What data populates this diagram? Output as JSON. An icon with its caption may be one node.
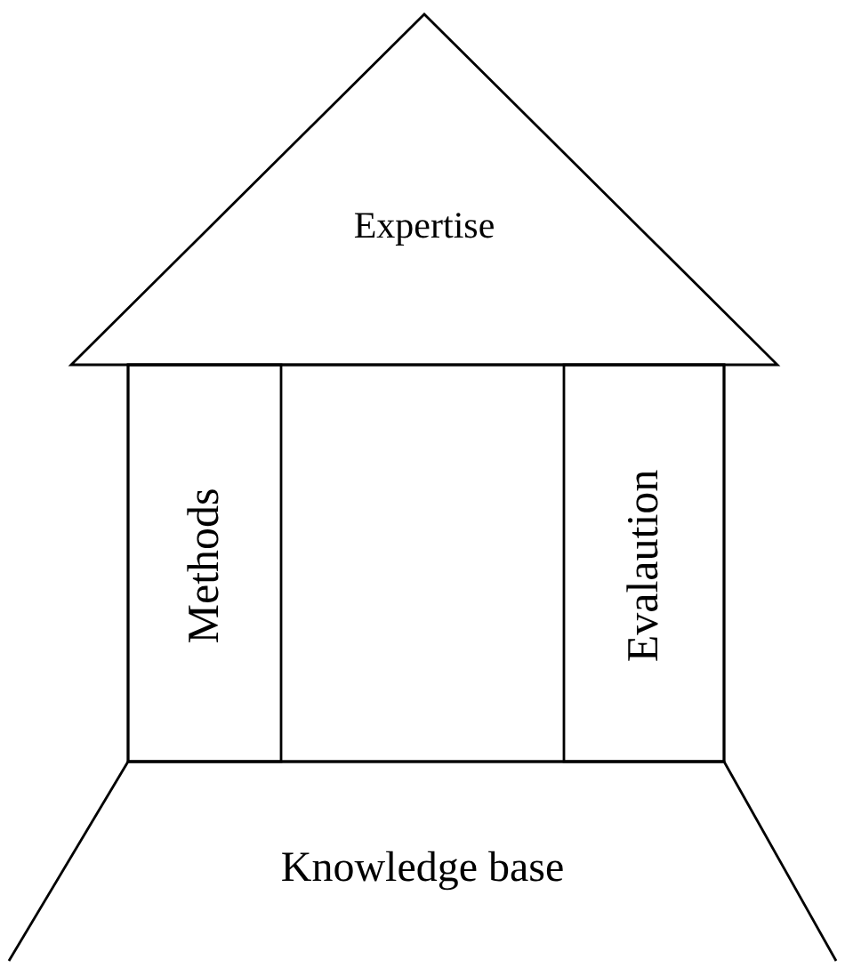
{
  "diagram": {
    "nodes": [
      {
        "text": [
          "Expertise"
        ]
      },
      {
        "text": [],
        "shape": "box"
      },
      {
        "text": [
          "Methods"
        ],
        "in": 1
      },
      {
        "text": [
          "Evalaution"
        ],
        "in": 1
      },
      {
        "text": [
          "Knowledge base"
        ]
      }
    ]
  }
}
